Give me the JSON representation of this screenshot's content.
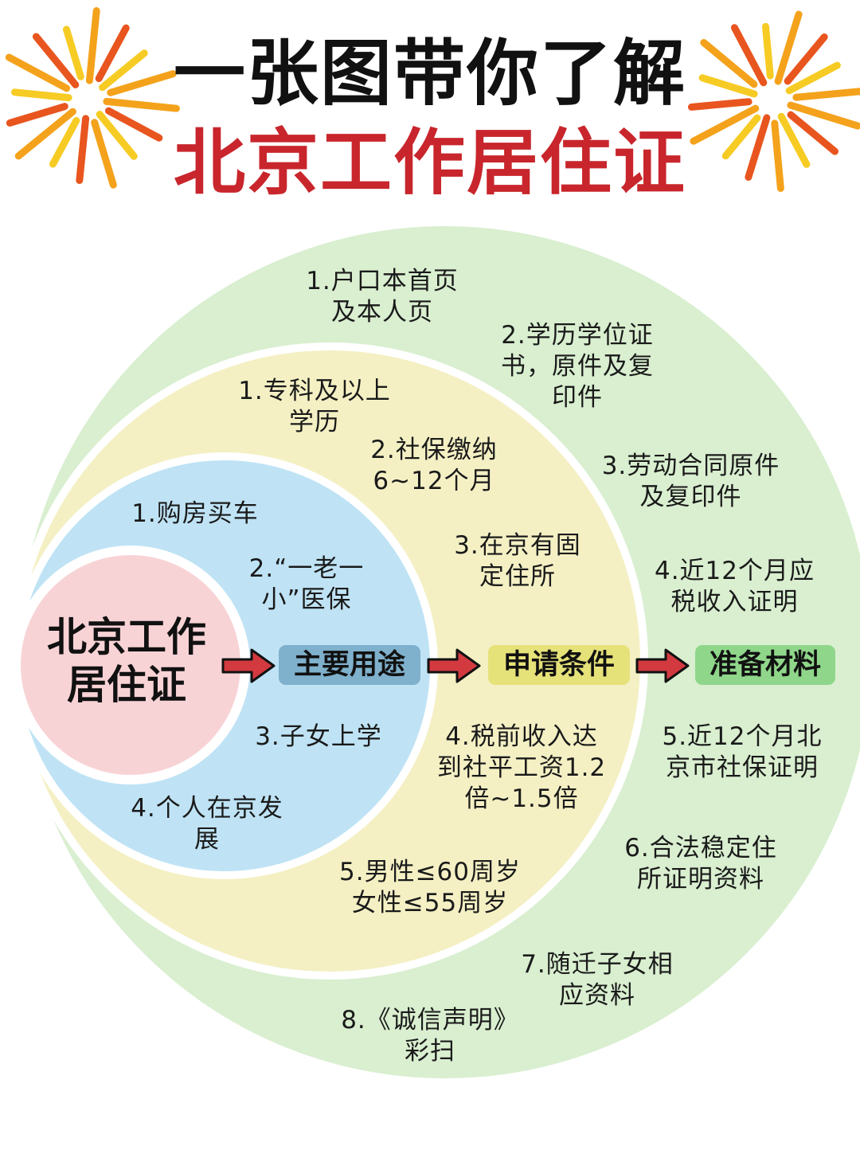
{
  "title": {
    "line1": "一张图带你了解",
    "line2": "北京工作居住证"
  },
  "colors": {
    "title_main": "#111111",
    "title_accent": "#c8262c",
    "outer_ring": "#d9efd0",
    "middle_ring": "#f4f0c4",
    "inner_ring": "#bfe3f5",
    "core": "#f8d3d6",
    "tag_uses": "#7fb0cc",
    "tag_conditions": "#e6e27a",
    "tag_materials": "#8fd68a",
    "arrow": "#d23a3f"
  },
  "core": {
    "label": "北京工作\n居住证"
  },
  "uses": {
    "label": "主要用途",
    "items": [
      "1.购房买车",
      "2.“一老一\n小”医保",
      "3.子女上学",
      "4.个人在京发\n展"
    ]
  },
  "conditions": {
    "label": "申请条件",
    "items": [
      "1.专科及以上\n学历",
      "2.社保缴纳\n6~12个月",
      "3.在京有固\n定住所",
      "4.税前收入达\n到社平工资1.2\n倍~1.5倍",
      "5.男性≤60周岁\n女性≤55周岁"
    ]
  },
  "materials": {
    "label": "准备材料",
    "items": [
      "1.户口本首页\n及本人页",
      "2.学历学位证\n书，原件及复\n印件",
      "3.劳动合同原件\n及复印件",
      "4.近12个月应\n税收入证明",
      "5.近12个月北\n京市社保证明",
      "6.合法稳定住\n所证明资料",
      "7.随迁子女相\n应资料",
      "8.《诚信声明》\n彩扫"
    ]
  },
  "decorations": {
    "left_icon": "firework-icon",
    "right_icon": "firework-icon"
  }
}
